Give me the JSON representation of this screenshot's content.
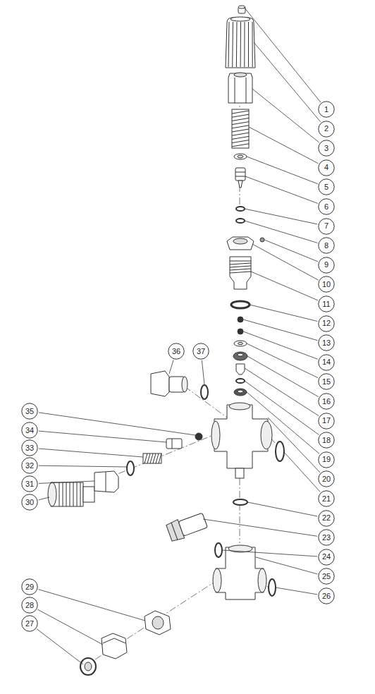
{
  "diagram": {
    "nodes": [
      {
        "text": [
          "1"
        ]
      },
      {
        "text": [
          "2"
        ]
      },
      {
        "text": [
          "3"
        ]
      },
      {
        "text": [
          "4"
        ]
      },
      {
        "text": [
          "5"
        ]
      },
      {
        "text": [
          "6"
        ]
      },
      {
        "text": [
          "7"
        ]
      },
      {
        "text": [
          "8"
        ]
      },
      {
        "text": [
          "9"
        ]
      },
      {
        "text": [
          "10"
        ]
      },
      {
        "text": [
          "11"
        ]
      },
      {
        "text": [
          "12"
        ]
      },
      {
        "text": [
          "13"
        ]
      },
      {
        "text": [
          "14"
        ]
      },
      {
        "text": [
          "15"
        ]
      },
      {
        "text": [
          "16"
        ]
      },
      {
        "text": [
          "17"
        ]
      },
      {
        "text": [
          "18"
        ]
      },
      {
        "text": [
          "19"
        ]
      },
      {
        "text": [
          "20"
        ]
      },
      {
        "text": [
          "21"
        ]
      },
      {
        "text": [
          "22"
        ]
      },
      {
        "text": [
          "23"
        ]
      },
      {
        "text": [
          "24"
        ]
      },
      {
        "text": [
          "25"
        ]
      },
      {
        "text": [
          "26"
        ]
      },
      {
        "text": [
          "27"
        ]
      },
      {
        "text": [
          "28"
        ]
      },
      {
        "text": [
          "29"
        ]
      },
      {
        "text": [
          "30"
        ]
      },
      {
        "text": [
          "31"
        ]
      },
      {
        "text": [
          "32"
        ]
      },
      {
        "text": [
          "33"
        ]
      },
      {
        "text": [
          "34"
        ]
      },
      {
        "text": [
          "35"
        ]
      },
      {
        "text": [
          "36"
        ]
      },
      {
        "text": [
          "37"
        ]
      }
    ]
  }
}
